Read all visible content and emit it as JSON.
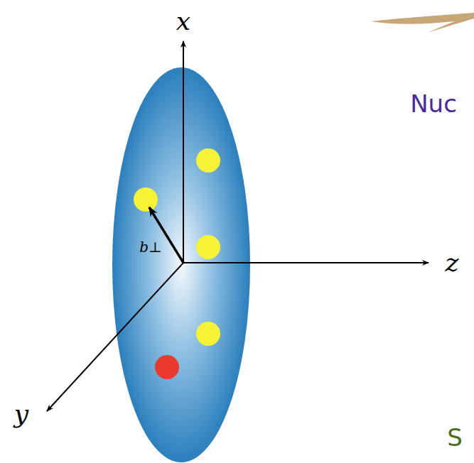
{
  "diagram": {
    "labels": [
      "x",
      "z",
      "y",
      "b⊥",
      "Nuc",
      "S"
    ]
  }
}
